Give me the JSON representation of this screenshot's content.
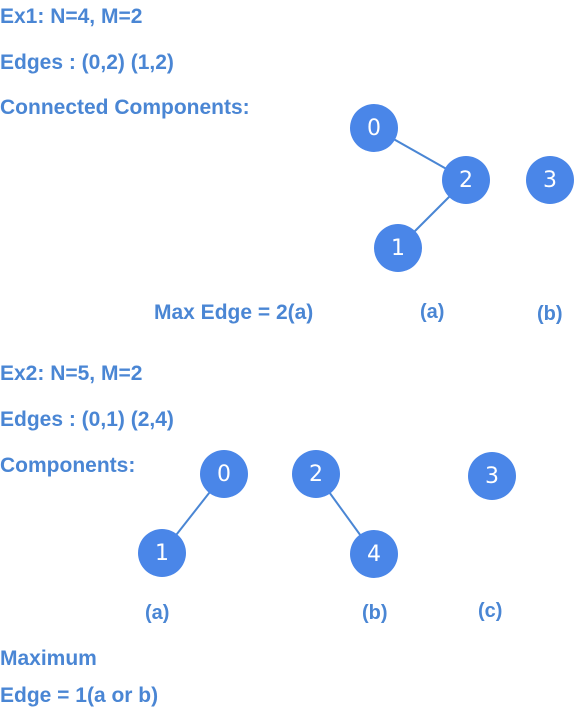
{
  "ex1": {
    "title": "Ex1: N=4, M=2",
    "edges": "Edges : (0,2) (1,2)",
    "components_label": "Connected Components:",
    "max_edge": "Max Edge = 2(a)",
    "label_a": "(a)",
    "label_b": "(b)",
    "nodes": [
      "0",
      "2",
      "1",
      "3"
    ]
  },
  "ex2": {
    "title": "Ex2: N=5, M=2",
    "edges": "Edges : (0,1) (2,4)",
    "components_label": "Components:",
    "label_a": "(a)",
    "label_b": "(b)",
    "label_c": "(c)",
    "max_line1": "Maximum",
    "max_line2": "Edge = 1(a or b)",
    "nodes": [
      "0",
      "1",
      "2",
      "4",
      "3"
    ]
  },
  "colors": {
    "accent": "#4a86e8",
    "text": "#4a86d4",
    "node_text": "#ffffff"
  }
}
